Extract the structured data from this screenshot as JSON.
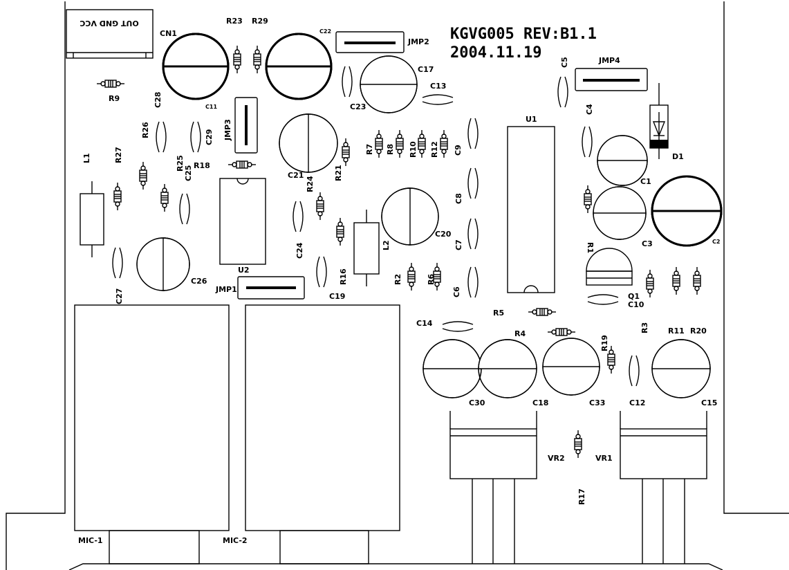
{
  "board": {
    "title": "KGVG005  REV:B1.1",
    "date": "2004.11.19",
    "connector_pins": "OUT GND VCC"
  },
  "labels": {
    "CN1": "CN1",
    "R23": "R23",
    "R29": "R29",
    "C22": "C22",
    "JMP2": "JMP2",
    "R9": "R9",
    "C28": "C28",
    "C11": "C11",
    "C17": "C17",
    "C23": "C23",
    "C13": "C13",
    "C5": "C5",
    "JMP4": "JMP4",
    "JMP3": "JMP3",
    "R26": "R26",
    "C29": "C29",
    "R25": "R25",
    "C25": "C25",
    "R18": "R18",
    "R27": "R27",
    "L1": "L1",
    "C21": "C21",
    "R21": "R21",
    "R7": "R7",
    "R8": "R8",
    "R10": "R10",
    "R12": "R12",
    "C9": "C9",
    "U1": "U1",
    "C4": "C4",
    "D1": "D1",
    "C1": "C1",
    "R24": "R24",
    "C8": "C8",
    "C20": "C20",
    "C3": "C3",
    "C2": "C2",
    "R1": "R1",
    "C7": "C7",
    "L2": "L2",
    "C24": "C24",
    "U2": "U2",
    "JMP1": "JMP1",
    "R16": "R16",
    "C19": "C19",
    "R2": "R2",
    "R6": "R6",
    "C6": "C6",
    "C26": "C26",
    "C27": "C27",
    "Q1": "Q1",
    "C10": "C10",
    "R5": "R5",
    "C14": "C14",
    "R4": "R4",
    "R3": "R3",
    "R11": "R11",
    "R20": "R20",
    "R19": "R19",
    "C30": "C30",
    "C18": "C18",
    "C33": "C33",
    "C12": "C12",
    "C15": "C15",
    "VR2": "VR2",
    "VR1": "VR1",
    "R17": "R17",
    "MIC1": "MIC-1",
    "MIC2": "MIC-2"
  }
}
